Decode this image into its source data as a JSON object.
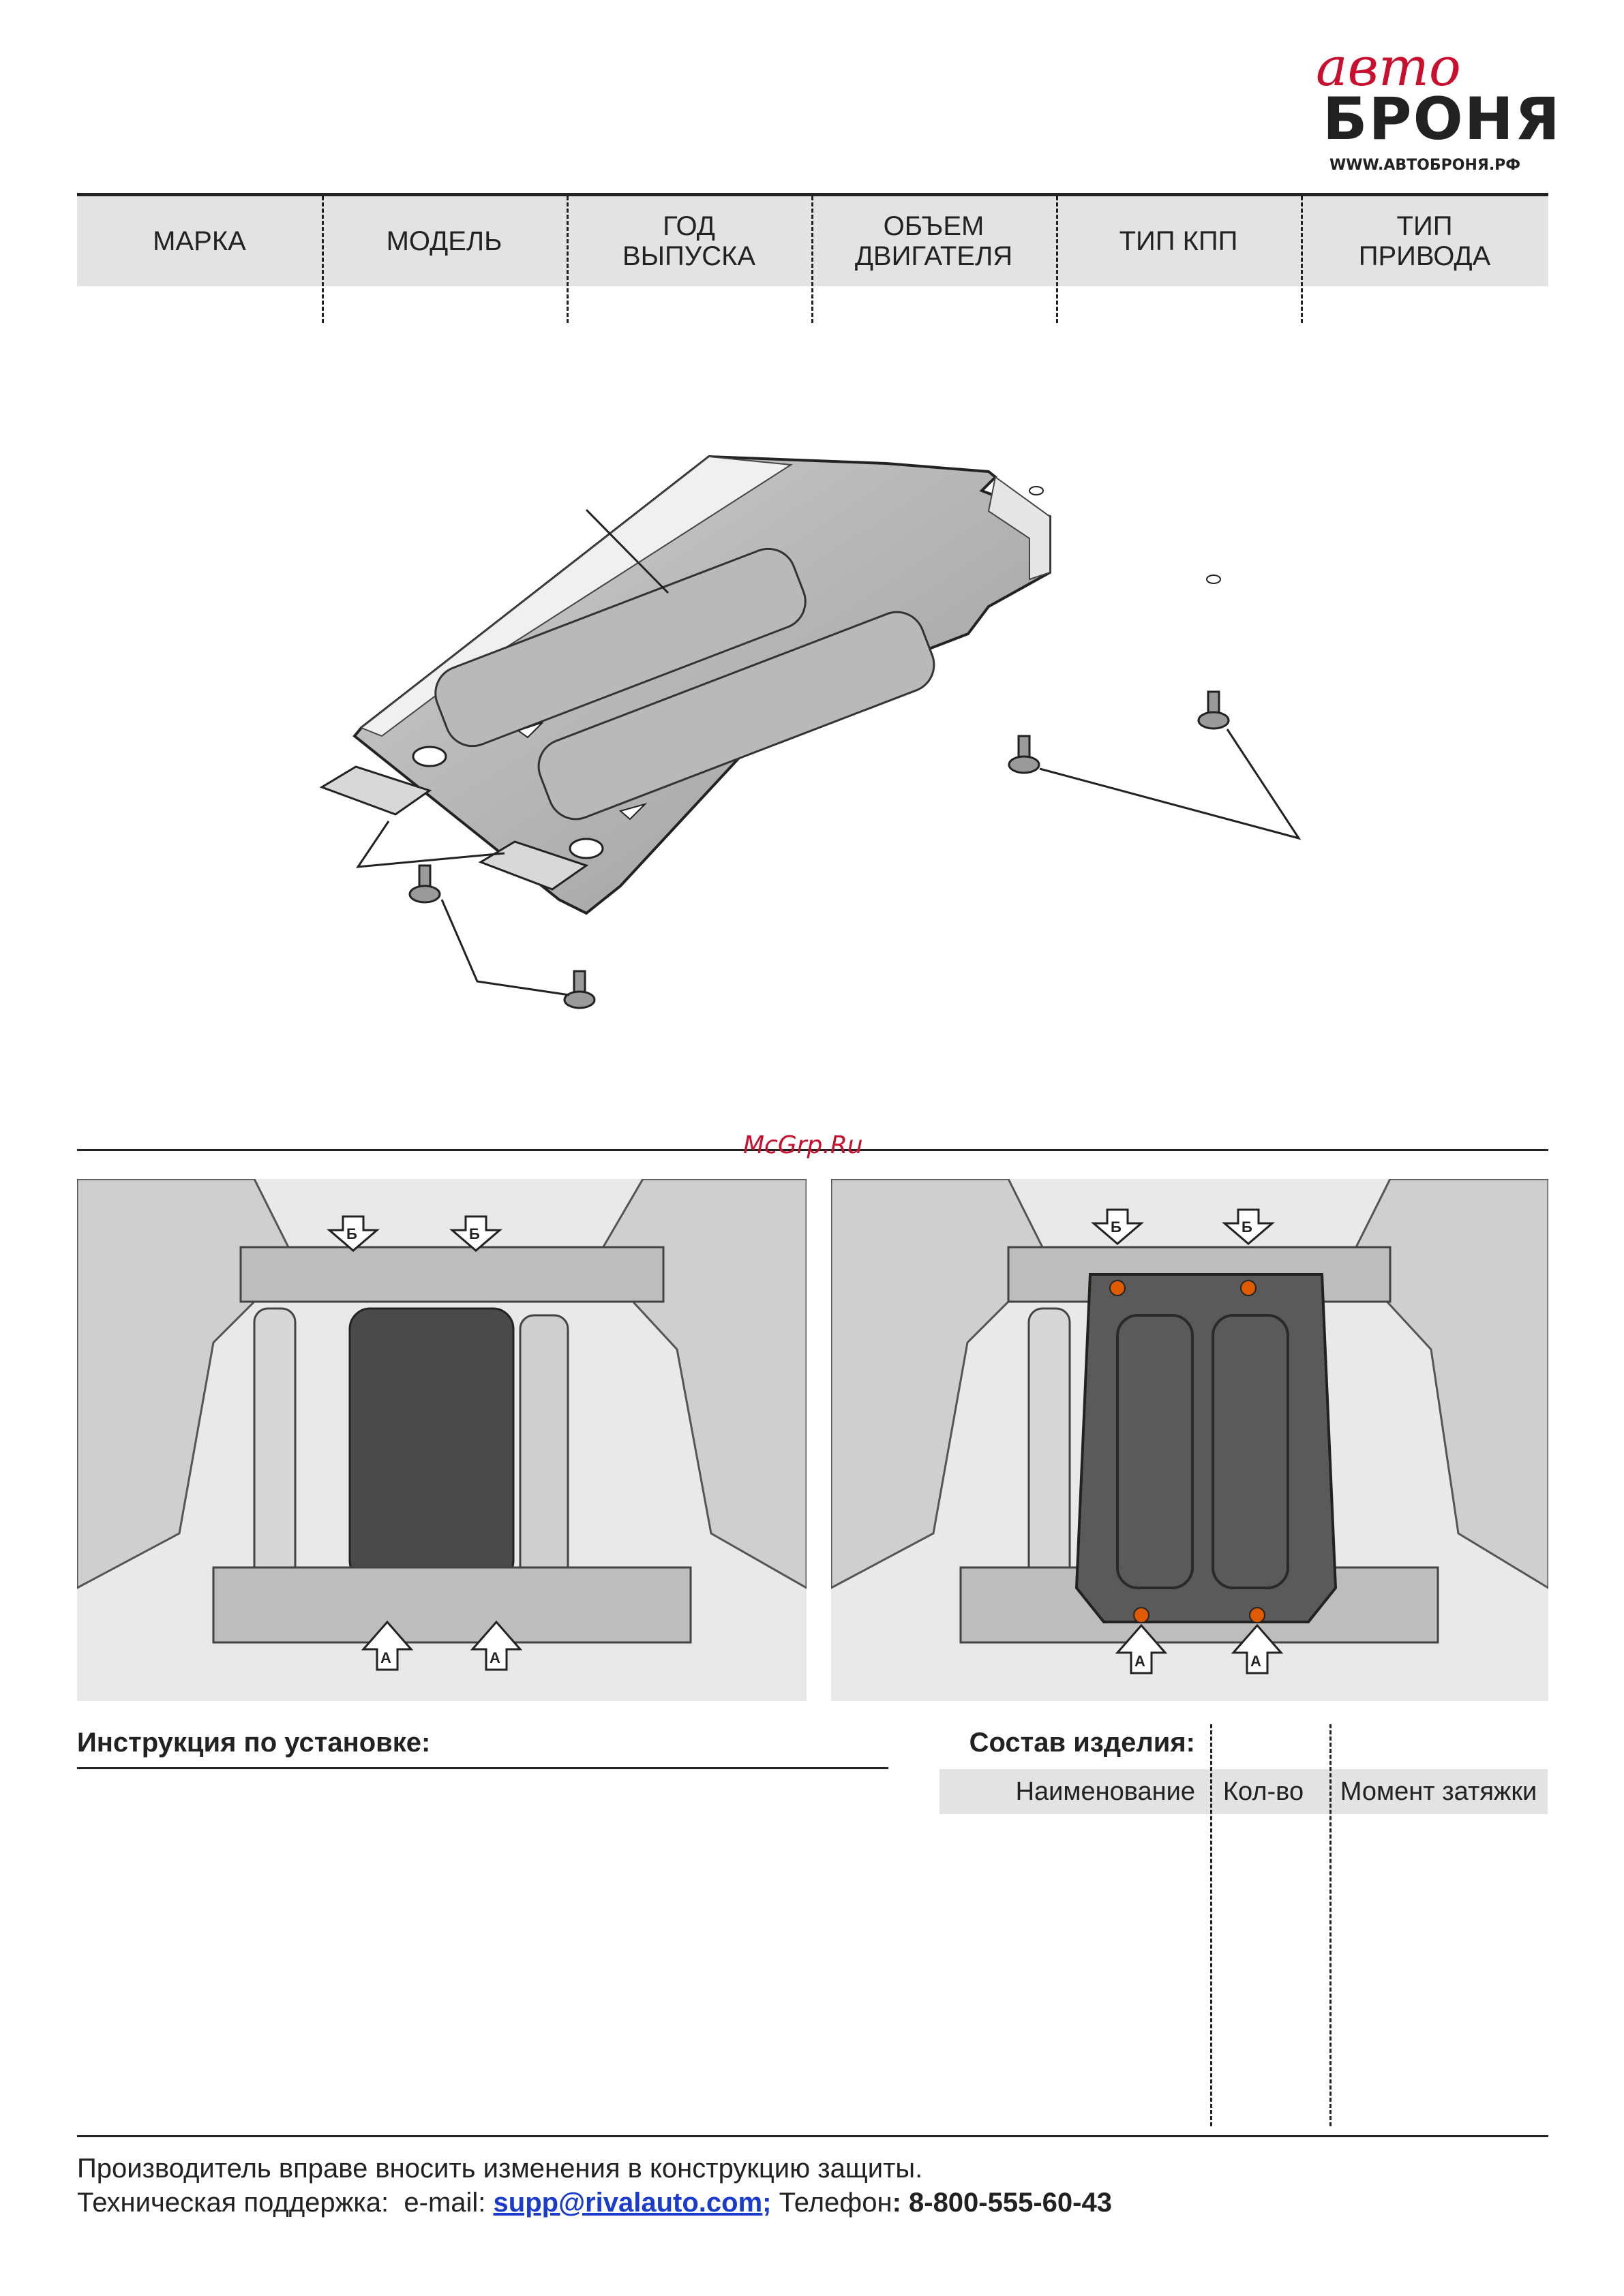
{
  "logo": {
    "script": "авто",
    "main": "БРОНЯ",
    "site": "WWW.АВТОБРОНЯ.РФ"
  },
  "spec_table": {
    "columns": [
      {
        "label": "МАРКА"
      },
      {
        "label": "МОДЕЛЬ"
      },
      {
        "label": "ГОД ВЫПУСКА"
      },
      {
        "label": "ОБЪЕМ ДВИГАТЕЛЯ"
      },
      {
        "label": "ТИП КПП"
      },
      {
        "label": "ТИП ПРИВОДА"
      }
    ]
  },
  "watermark": "McGrp.Ru",
  "photos": {
    "before": {
      "markers": [
        "Б",
        "Б",
        "А",
        "А"
      ]
    },
    "after": {
      "markers": [
        "Б",
        "Б",
        "А",
        "А"
      ]
    }
  },
  "instructions": {
    "title": "Инструкция по установке:"
  },
  "parts": {
    "title": "Состав изделия:",
    "headers": {
      "name": "Наименование",
      "qty": "Кол-во",
      "torque": "Момент затяжки"
    }
  },
  "footer": {
    "line1": "Производитель вправе вносить изменения в конструкцию защиты.",
    "support_prefix": "Техническая поддержка:  e-mail: ",
    "email": "supp@rivalauto.com",
    "email_suffix": ";",
    "phone_prefix": " Телефон",
    "phone": ": 8-800-555-60-43"
  },
  "colors": {
    "accent": "#c8102e",
    "header_bg": "#e3e3e3",
    "link": "#1a3ccc",
    "plate": "#5a5a5a",
    "bolt": "#e05a00"
  }
}
